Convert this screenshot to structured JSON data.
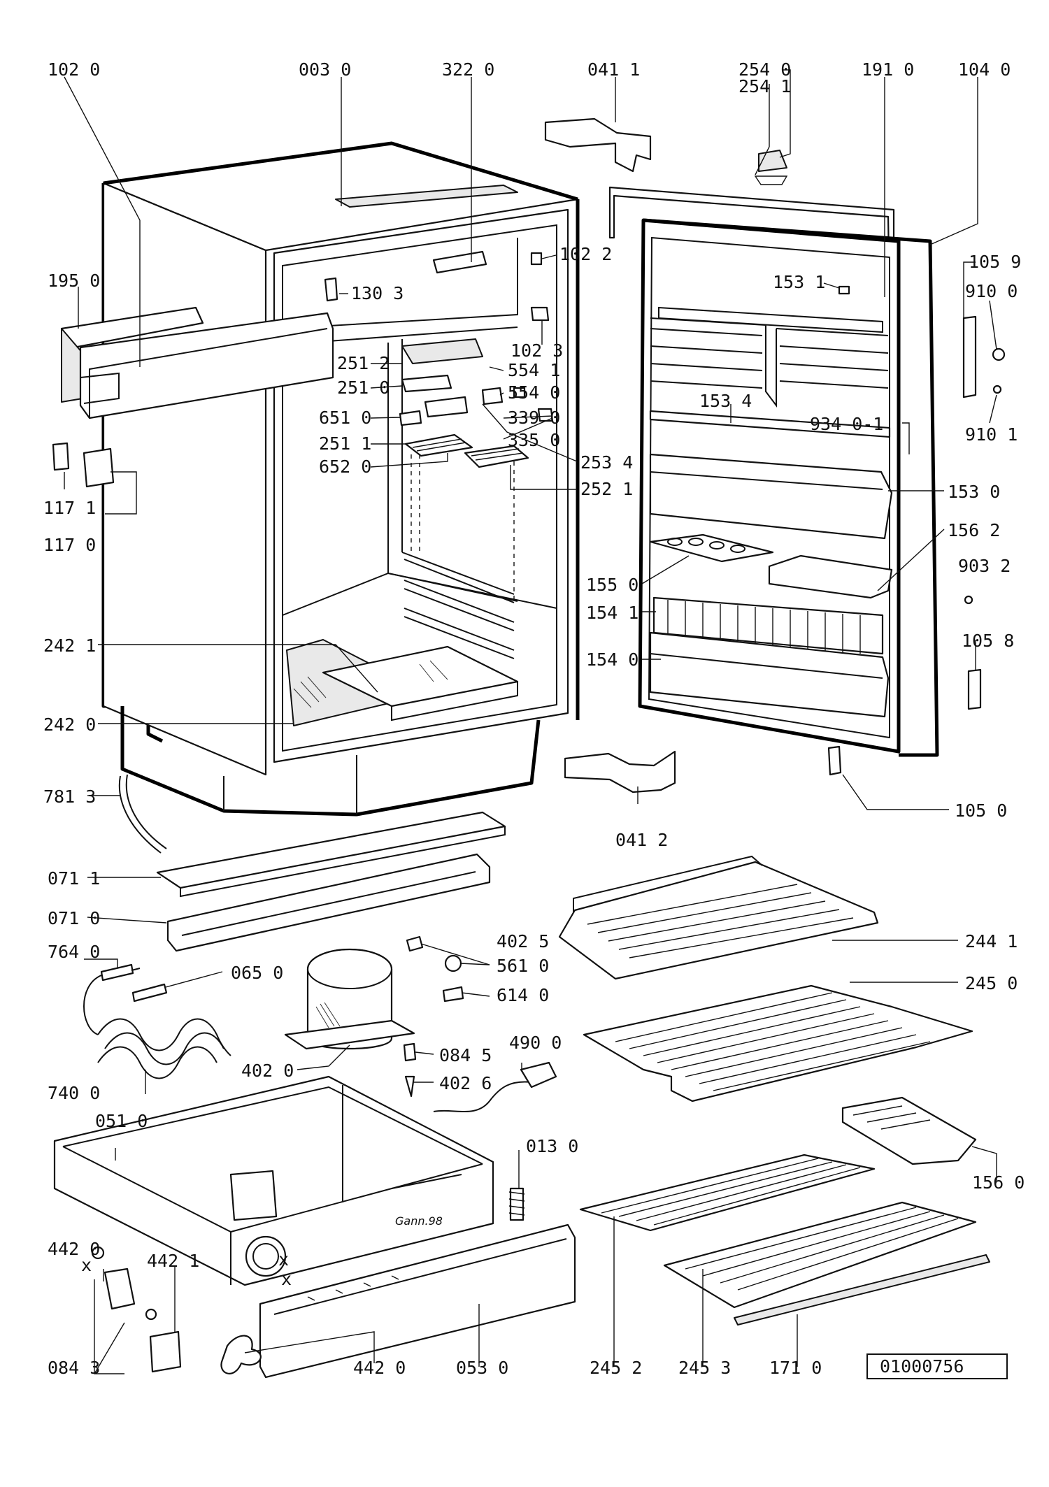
{
  "labels": {
    "l1020": "102 0",
    "l0030": "003 0",
    "l3220": "322 0",
    "l0411": "041 1",
    "l2540": "254 0",
    "l2541": "254 1",
    "l1910": "191 0",
    "l1040": "104 0",
    "l1950": "195 0",
    "l1303": "130 3",
    "l1022": "102 2",
    "l1023": "102 3",
    "l1531": "153 1",
    "l1059": "105 9",
    "l9100": "910 0",
    "l9101": "910 1",
    "l2512": "251 2",
    "l2510": "251 0",
    "l6510": "651 0",
    "l2511": "251 1",
    "l6520": "652 0",
    "l5541": "554 1",
    "l5540": "554 0",
    "l3390": "339 0",
    "l3350": "335 0",
    "l2534": "253 4",
    "l2521": "252 1",
    "l1534": "153 4",
    "l9340": "934 0-1",
    "l1530": "153 0",
    "l1562": "156 2",
    "l1550": "155 0",
    "l9032": "903 2",
    "l1541": "154 1",
    "l1540": "154 0",
    "l1058": "105 8",
    "l1171": "117 1",
    "l1170": "117 0",
    "l2421": "242 1",
    "l2420": "242 0",
    "l7813": "781 3",
    "l0412": "041 2",
    "l1050": "105 0",
    "l0711": "071 1",
    "l0710": "071 0",
    "l2441": "244 1",
    "l2450": "245 0",
    "l4025": "402 5",
    "l5610": "561 0",
    "l6140": "614 0",
    "l7640": "764 0",
    "l0650": "065 0",
    "l4020": "402 0",
    "l0845": "084 5",
    "l4026": "402 6",
    "l4900": "490 0",
    "l7400": "740 0",
    "l0510": "051 0",
    "l0130": "013 0",
    "l1560": "156 0",
    "l4420": "442 0",
    "l4421": "442 1",
    "l0843": "084 3",
    "l4420b": "442 0",
    "l0530": "053 0",
    "l2452": "245 2",
    "l2453": "245 3",
    "l1710": "171 0",
    "drawing_number": "01000756",
    "stamp": "Gann.98",
    "x_mark_1": "x",
    "x_mark_2": "x",
    "x_mark_3": "x"
  }
}
